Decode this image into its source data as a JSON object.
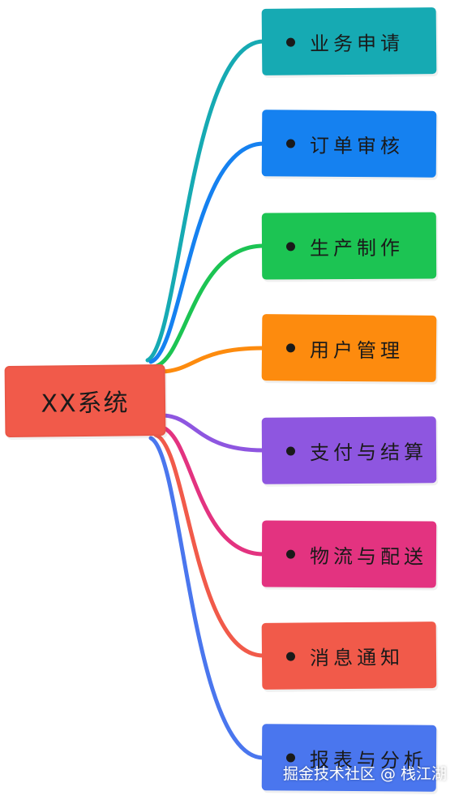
{
  "root": {
    "label": "XX系统",
    "color": "#f15a4a"
  },
  "children": [
    {
      "label": "业务申请",
      "color": "#16aab3"
    },
    {
      "label": "订单审核",
      "color": "#1581f0"
    },
    {
      "label": "生产制作",
      "color": "#1cc453"
    },
    {
      "label": "用户管理",
      "color": "#fd8b0e"
    },
    {
      "label": "支付与结算",
      "color": "#8e56e0"
    },
    {
      "label": "物流与配送",
      "color": "#e33380"
    },
    {
      "label": "消息通知",
      "color": "#f15a4a"
    },
    {
      "label": "报表与分析",
      "color": "#4a76ee"
    }
  ],
  "watermark": "掘金技术社区 @ 栈江湖"
}
